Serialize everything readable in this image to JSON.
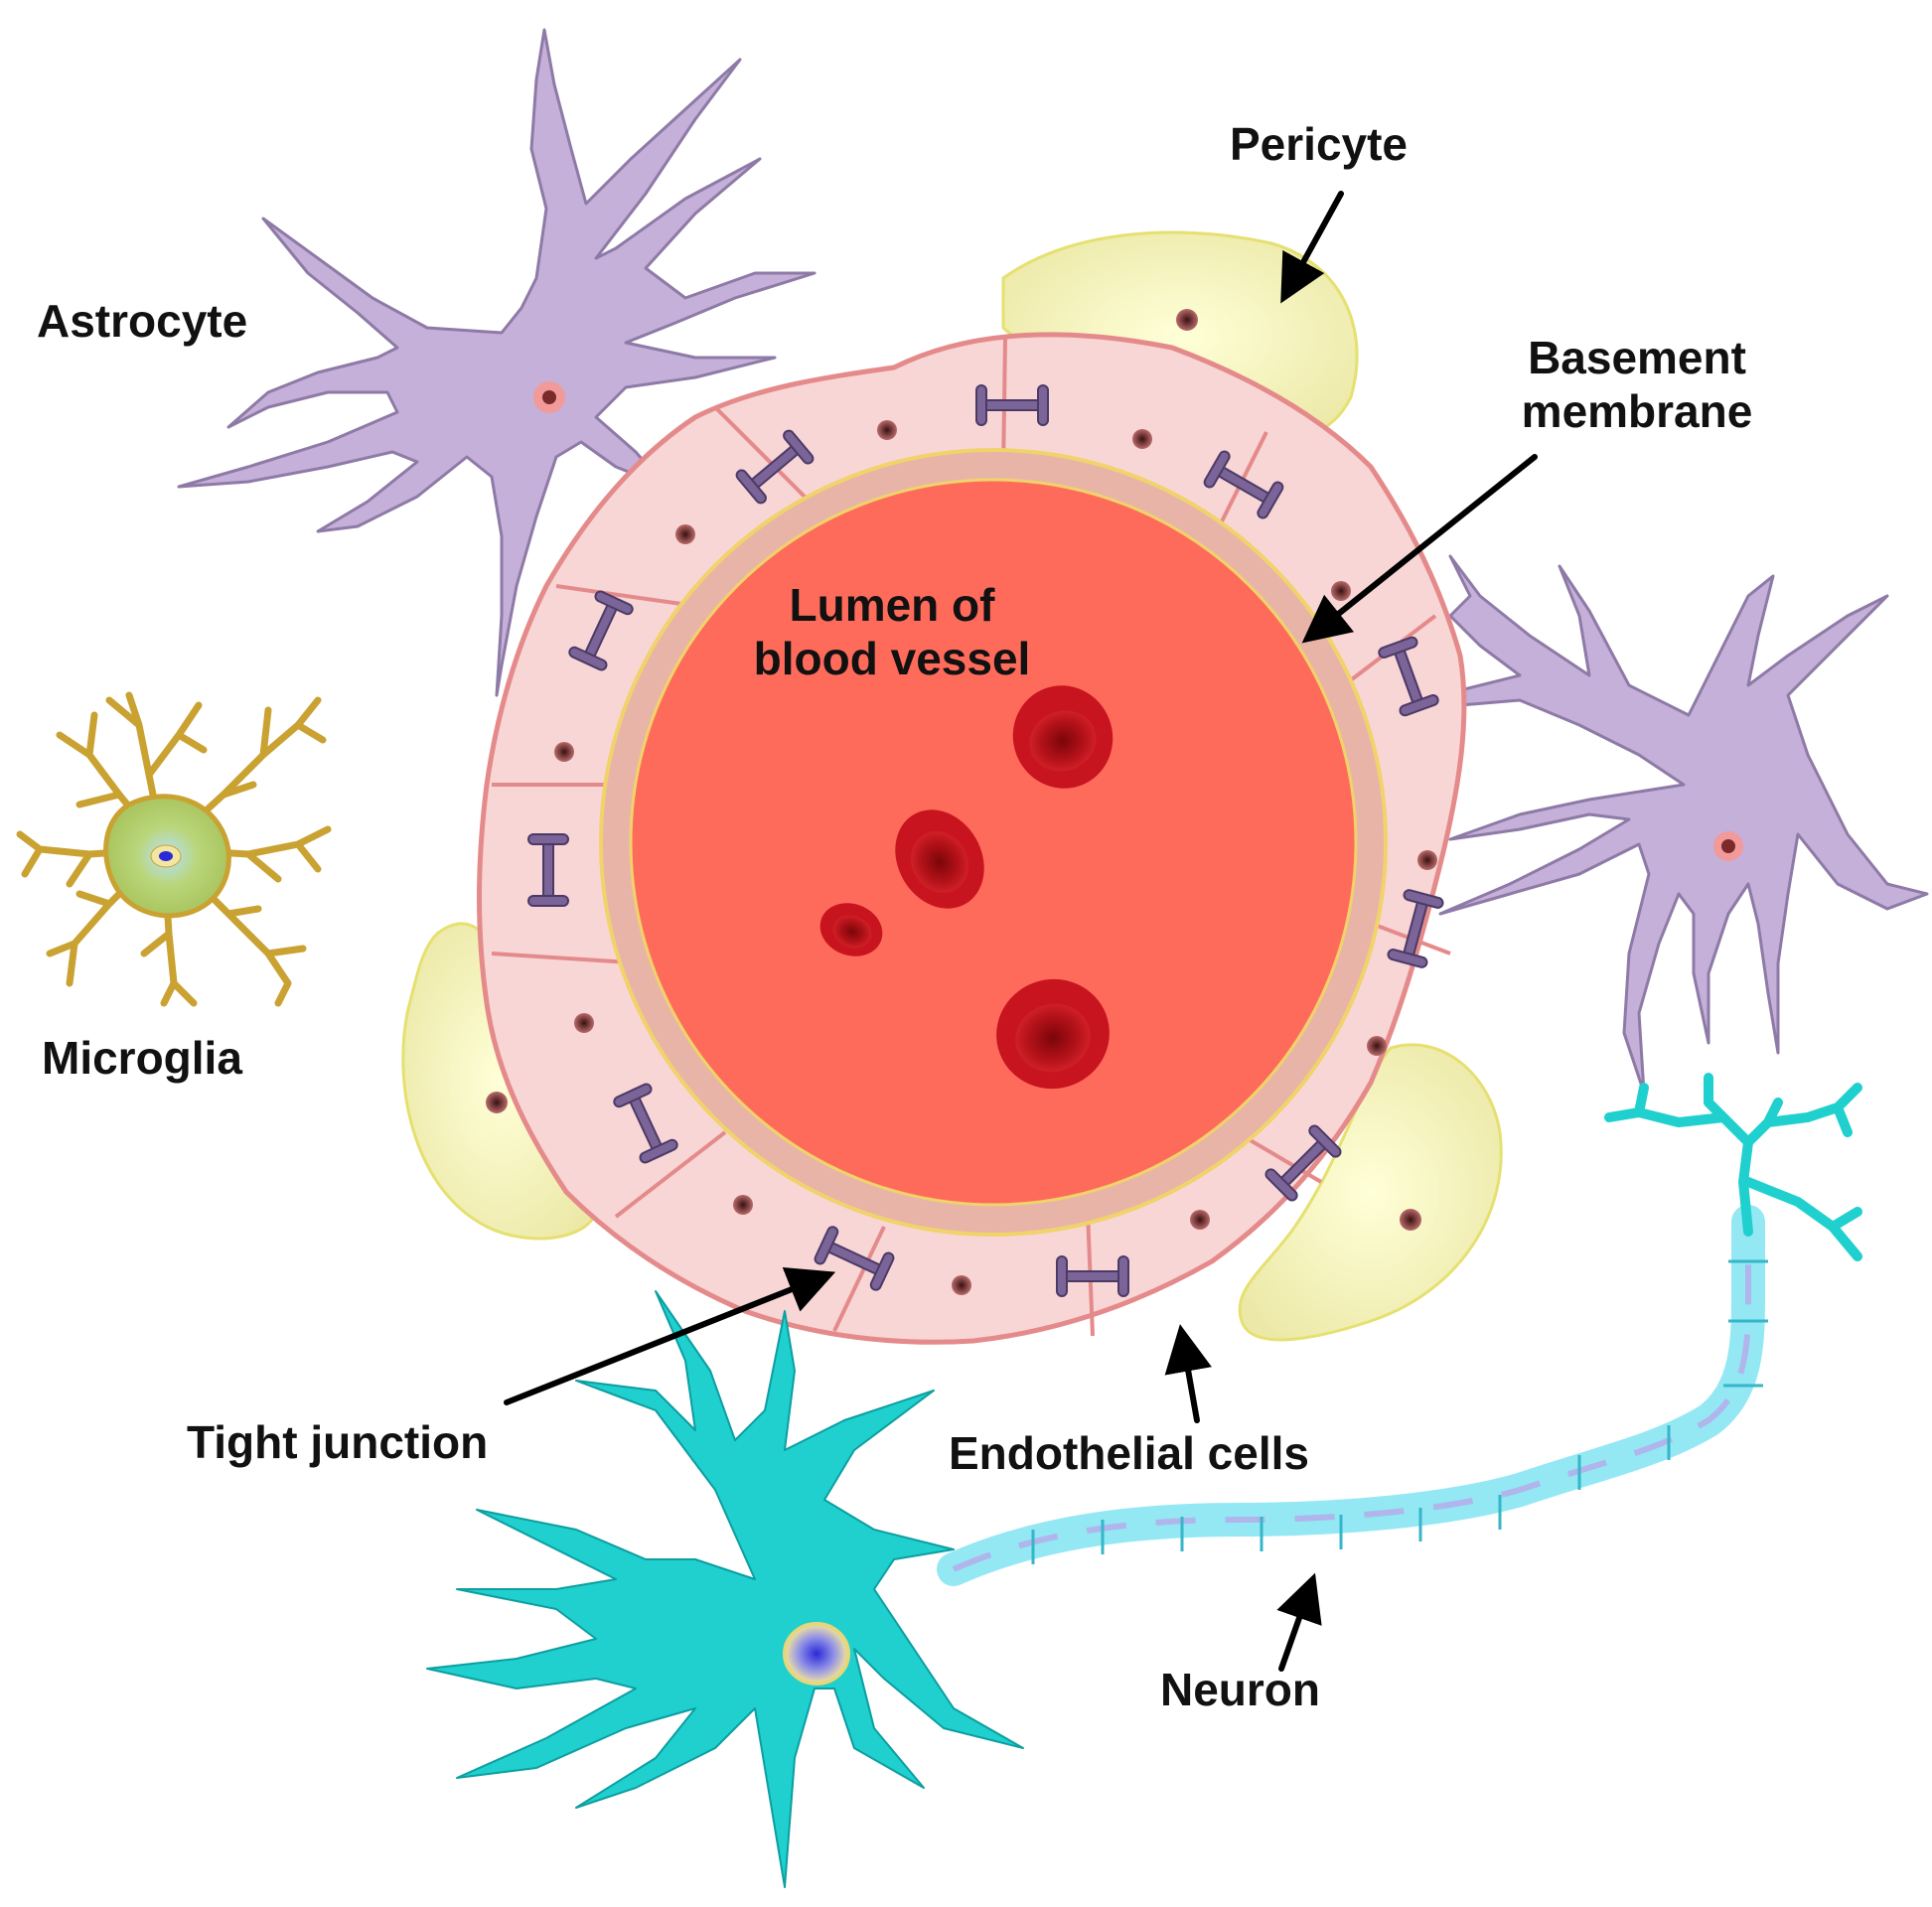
{
  "labels": {
    "astrocyte": "Astrocyte",
    "pericyte": "Pericyte",
    "basement_membrane_line1": "Basement",
    "basement_membrane_line2": "membrane",
    "lumen_line1": "Lumen of",
    "lumen_line2": "blood vessel",
    "microglia": "Microglia",
    "tight_junction": "Tight junction",
    "endothelial_cells": "Endothelial cells",
    "neuron": "Neuron"
  },
  "colors": {
    "astrocyte": "#c4b0d8",
    "astrocyte_outline": "#8e7aa6",
    "pericyte": "#f4f2c4",
    "pericyte_outline": "#e6e070",
    "endothelial": "#f8d6d6",
    "endothelial_outline": "#e58a8a",
    "basement_membrane": "#e9b4a8",
    "lumen": "#ff6b5b",
    "red_blood_cell": "#c0141c",
    "tight_junction": "#7b6497",
    "microglia": "#c9a232",
    "microglia_body": "#b9d67a",
    "neuron": "#1fd0cf",
    "neuron_outline": "#0d9ea0",
    "nucleus": "#8c3a3a",
    "arrow": "#000000"
  },
  "icons": [
    "astrocyte-cell",
    "pericyte-cell",
    "endothelial-cell",
    "tight-junction",
    "red-blood-cell",
    "microglia-cell",
    "neuron-cell",
    "myelin-sheath",
    "arrow"
  ]
}
